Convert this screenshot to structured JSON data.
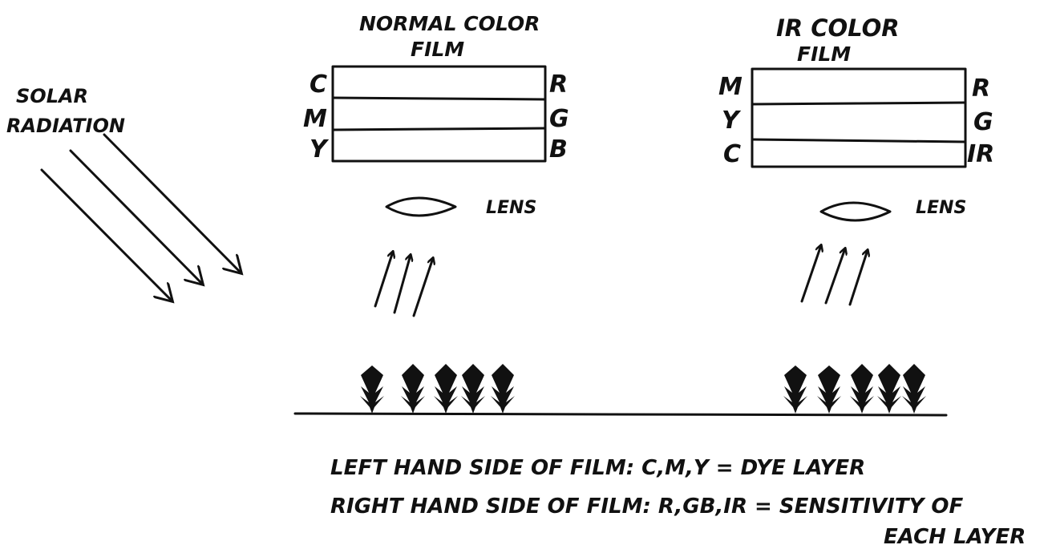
{
  "solar": {
    "line1": "SOLAR",
    "line2": "RADIATION"
  },
  "normal_film": {
    "title_line1": "NORMAL COLOR",
    "title_line2": "FILM",
    "left_labels": [
      "C",
      "M",
      "Y"
    ],
    "right_labels": [
      "R",
      "G",
      "B"
    ],
    "lens_label": "LENS"
  },
  "ir_film": {
    "title_line1": "IR COLOR",
    "title_line2": "FILM",
    "left_labels": [
      "M",
      "Y",
      "C"
    ],
    "right_labels": [
      "R",
      "G",
      "IR"
    ],
    "lens_label": "LENS"
  },
  "legend": {
    "line1": "LEFT HAND SIDE OF FILM:  C,M,Y = DYE LAYER",
    "line2": "RIGHT HAND SIDE OF FILM:  R,GB,IR = SENSITIVITY OF",
    "line3": "EACH LAYER"
  },
  "colors": {
    "ink": "#111111",
    "background": "#ffffff"
  }
}
